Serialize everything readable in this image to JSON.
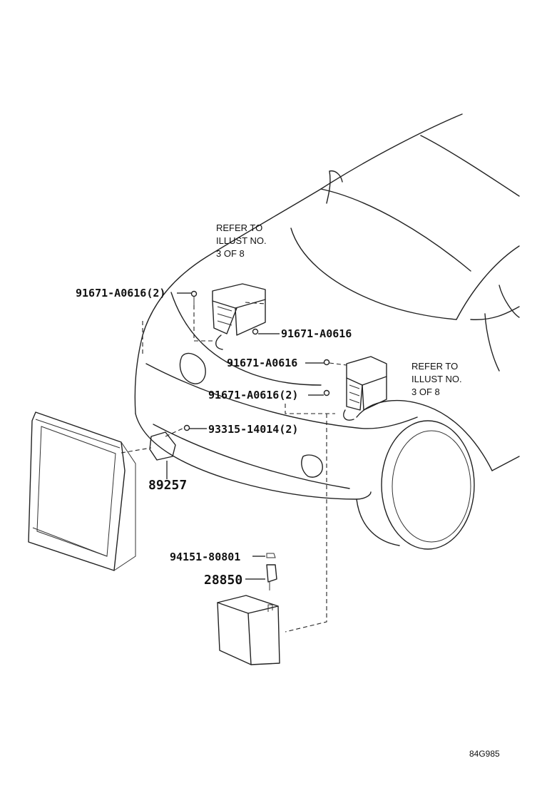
{
  "labels": {
    "p1": "91671-A0616(2)",
    "p2": "91671-A0616",
    "p3": "91671-A0616",
    "p4": "91671-A0616(2)",
    "p5": "93315-14014(2)",
    "p6": "89257",
    "p7": "94151-80801",
    "p8": "28850"
  },
  "notes": {
    "n1": [
      "REFER TO",
      "ILLUST NO.",
      "3 OF 8"
    ],
    "n2": [
      "REFER TO",
      "ILLUST NO.",
      "3 OF 8"
    ]
  },
  "diagram_code": "84G985"
}
